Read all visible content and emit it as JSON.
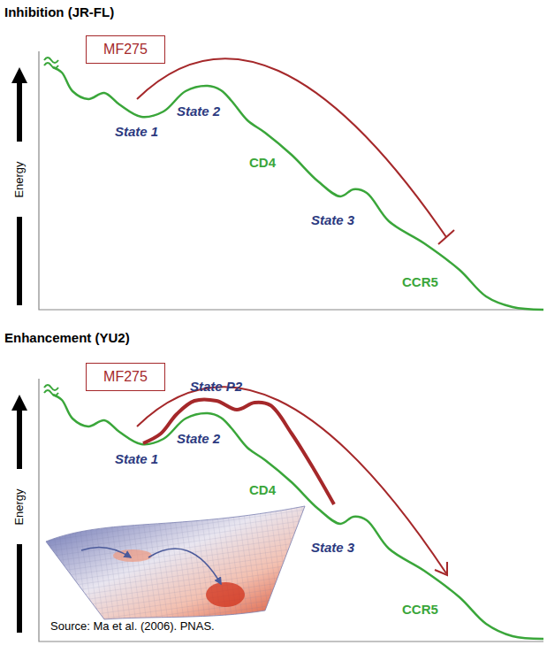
{
  "diagram": {
    "nodes": [
      {
        "text": [
          "MF275"
        ]
      },
      {
        "text": [
          "MF275"
        ]
      }
    ],
    "labels": [
      "Inhibition (JR-FL)",
      "Energy",
      "State 1",
      "State 2",
      "CD4",
      "State 3",
      "CCR5",
      "Enhancement (YU2)",
      "Energy",
      "State P2",
      "State 1",
      "State 2",
      "CD4",
      "State 3",
      "CCR5",
      "Source: Ma et al. (2006). PNAS."
    ]
  }
}
